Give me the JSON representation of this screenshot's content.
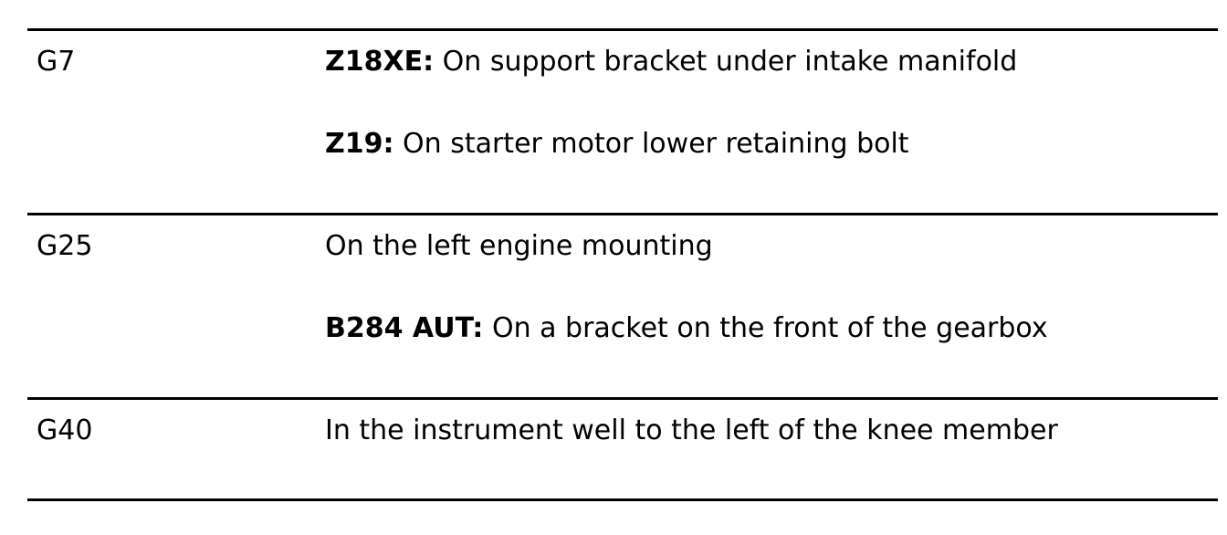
{
  "rows": [
    {
      "code": "G7",
      "lines": [
        {
          "prefix": "Z18XE:",
          "text": " On support bracket under intake manifold"
        },
        {
          "prefix": "Z19:",
          "text": " On starter motor lower retaining bolt"
        }
      ]
    },
    {
      "code": "G25",
      "lines": [
        {
          "prefix": "",
          "text": "On the left engine mounting"
        },
        {
          "prefix": "B284 AUT:",
          "text": " On a bracket on the front of the gearbox"
        }
      ]
    },
    {
      "code": "G40",
      "lines": [
        {
          "prefix": "",
          "text": "In the instrument well to the left of the knee member"
        }
      ]
    }
  ]
}
